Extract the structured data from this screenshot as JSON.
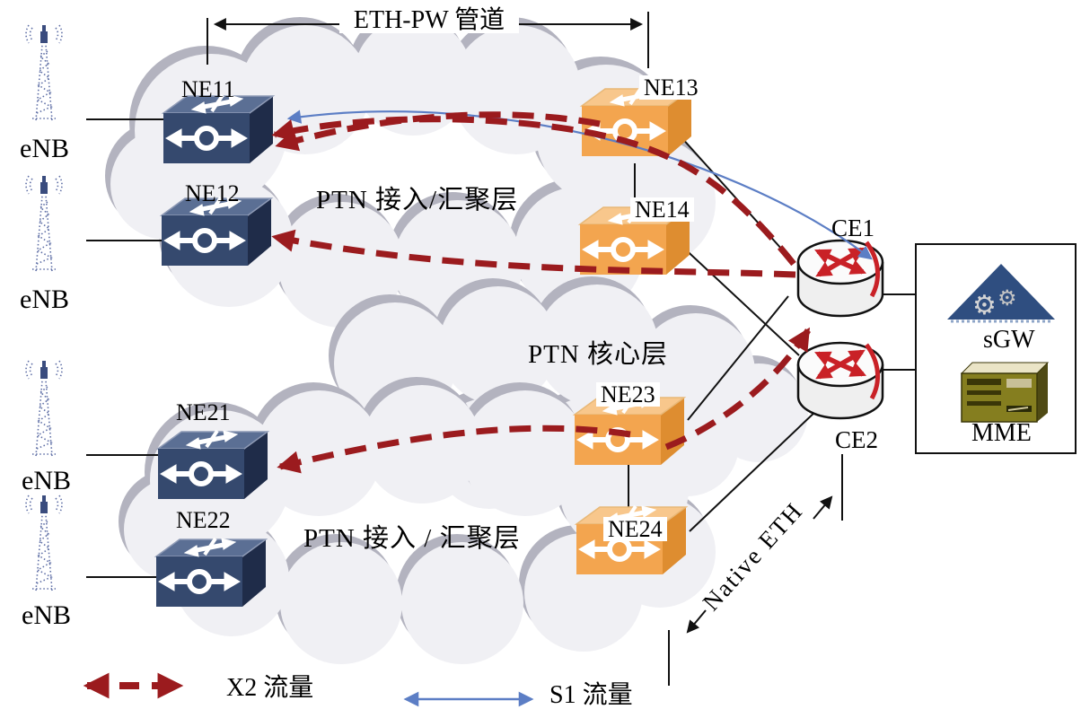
{
  "diagram": {
    "annotations": {
      "eth_pw_label": "ETH-PW 管道",
      "native_eth_label": "Native ETH"
    },
    "clouds": {
      "top_access": "PTN 接入/汇聚层",
      "core": "PTN 核心层",
      "bottom_access": "PTN  接入 / 汇聚层"
    },
    "nodes": {
      "ne11": "NE11",
      "ne12": "NE12",
      "ne13": "NE13",
      "ne14": "NE14",
      "ne21": "NE21",
      "ne22": "NE22",
      "ne23": "NE23",
      "ne24": "NE24",
      "ce1": "CE1",
      "ce2": "CE2",
      "sgw": "sGW",
      "mme": "MME",
      "enb": "eNB"
    },
    "legend": {
      "x2": "X2 流量",
      "s1": "S1 流量"
    },
    "colors": {
      "x2_traffic": "#9B1B1E",
      "s1_traffic": "#5C7EC5",
      "ne_access_fill": "#35496E",
      "ne_core_fill": "#F3A54F",
      "router_arrow": "#C92127",
      "cloud_fill": "#F0F0F4",
      "cloud_shadow": "#B3B3BF"
    }
  }
}
